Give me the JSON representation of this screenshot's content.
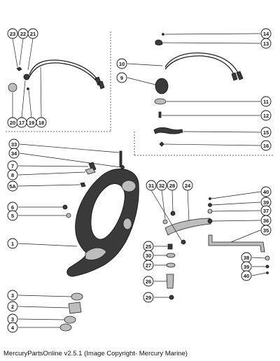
{
  "caption": "MercuryPartsOnline v2.5.1 (Image Copyright- Mercury Marine)",
  "callouts": [
    {
      "id": "c23",
      "label": "23"
    },
    {
      "id": "c22",
      "label": "22"
    },
    {
      "id": "c21",
      "label": "21"
    },
    {
      "id": "c20",
      "label": "20"
    },
    {
      "id": "c17",
      "label": "17"
    },
    {
      "id": "c19",
      "label": "19"
    },
    {
      "id": "c18",
      "label": "18"
    },
    {
      "id": "c14",
      "label": "14"
    },
    {
      "id": "c13",
      "label": "13"
    },
    {
      "id": "c10",
      "label": "10"
    },
    {
      "id": "c9",
      "label": "9"
    },
    {
      "id": "c11",
      "label": "11"
    },
    {
      "id": "c12",
      "label": "12"
    },
    {
      "id": "c15",
      "label": "15"
    },
    {
      "id": "c16",
      "label": "16"
    },
    {
      "id": "c33",
      "label": "33"
    },
    {
      "id": "c34",
      "label": "34"
    },
    {
      "id": "c7",
      "label": "7"
    },
    {
      "id": "c8",
      "label": "8"
    },
    {
      "id": "c5A",
      "label": "5A"
    },
    {
      "id": "c6",
      "label": "6"
    },
    {
      "id": "c5",
      "label": "5"
    },
    {
      "id": "c1",
      "label": "1"
    },
    {
      "id": "c31",
      "label": "31"
    },
    {
      "id": "c32",
      "label": "32"
    },
    {
      "id": "c28",
      "label": "28"
    },
    {
      "id": "c24",
      "label": "24"
    },
    {
      "id": "c25",
      "label": "25"
    },
    {
      "id": "c30",
      "label": "30"
    },
    {
      "id": "c27",
      "label": "27"
    },
    {
      "id": "c26",
      "label": "26"
    },
    {
      "id": "c29",
      "label": "29"
    },
    {
      "id": "c40a",
      "label": "40"
    },
    {
      "id": "c39a",
      "label": "39"
    },
    {
      "id": "c37",
      "label": "37"
    },
    {
      "id": "c36",
      "label": "36"
    },
    {
      "id": "c35",
      "label": "35"
    },
    {
      "id": "c38",
      "label": "38"
    },
    {
      "id": "c39b",
      "label": "39"
    },
    {
      "id": "c40b",
      "label": "40"
    },
    {
      "id": "c3a",
      "label": "3"
    },
    {
      "id": "c2",
      "label": "2"
    },
    {
      "id": "c3b",
      "label": "3"
    },
    {
      "id": "c4",
      "label": "4"
    }
  ]
}
